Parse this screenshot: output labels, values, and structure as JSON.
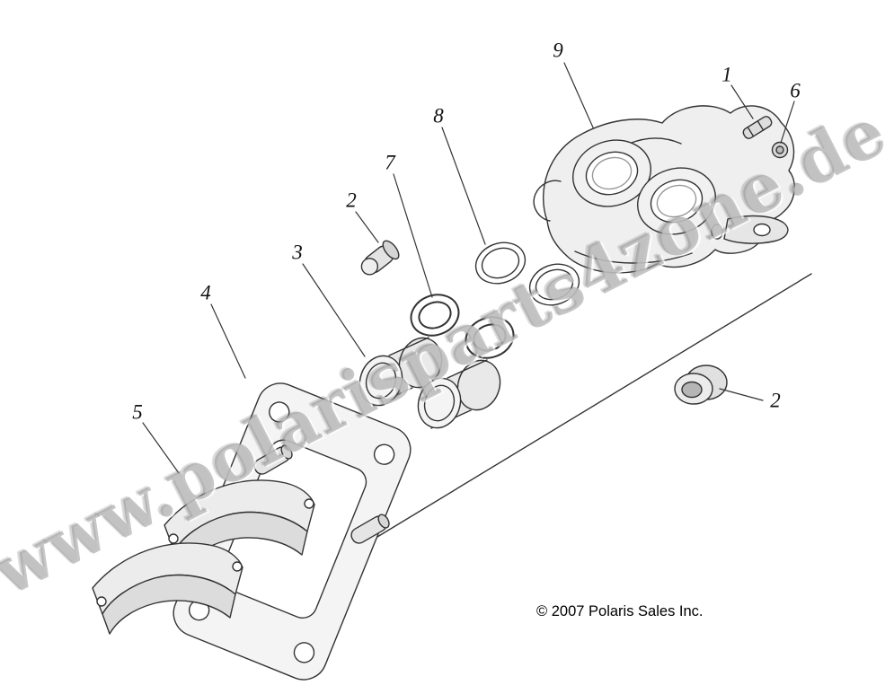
{
  "diagram": {
    "watermark": "www.polarisparts4zone.de",
    "copyright": "© 2007 Polaris Sales Inc.",
    "colors": {
      "line": "#333333",
      "fill_light": "#f1f1f1",
      "watermark": "#8f8f8f",
      "background": "#ffffff"
    },
    "callouts": [
      {
        "label": "9"
      },
      {
        "label": "1"
      },
      {
        "label": "6"
      },
      {
        "label": "8"
      },
      {
        "label": "7"
      },
      {
        "label": "2"
      },
      {
        "label": "3"
      },
      {
        "label": "4"
      },
      {
        "label": "5"
      },
      {
        "label": "2"
      }
    ]
  }
}
